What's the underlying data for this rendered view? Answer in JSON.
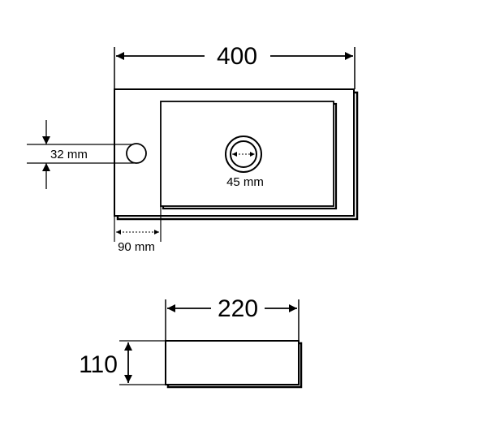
{
  "top_view": {
    "width_label": "400",
    "tap_hole_label": "32 mm",
    "drain_label": "45 mm",
    "offset_label": "90 mm"
  },
  "side_view": {
    "width_label": "220",
    "height_label": "110"
  },
  "colors": {
    "line": "#000000",
    "background": "#ffffff"
  }
}
